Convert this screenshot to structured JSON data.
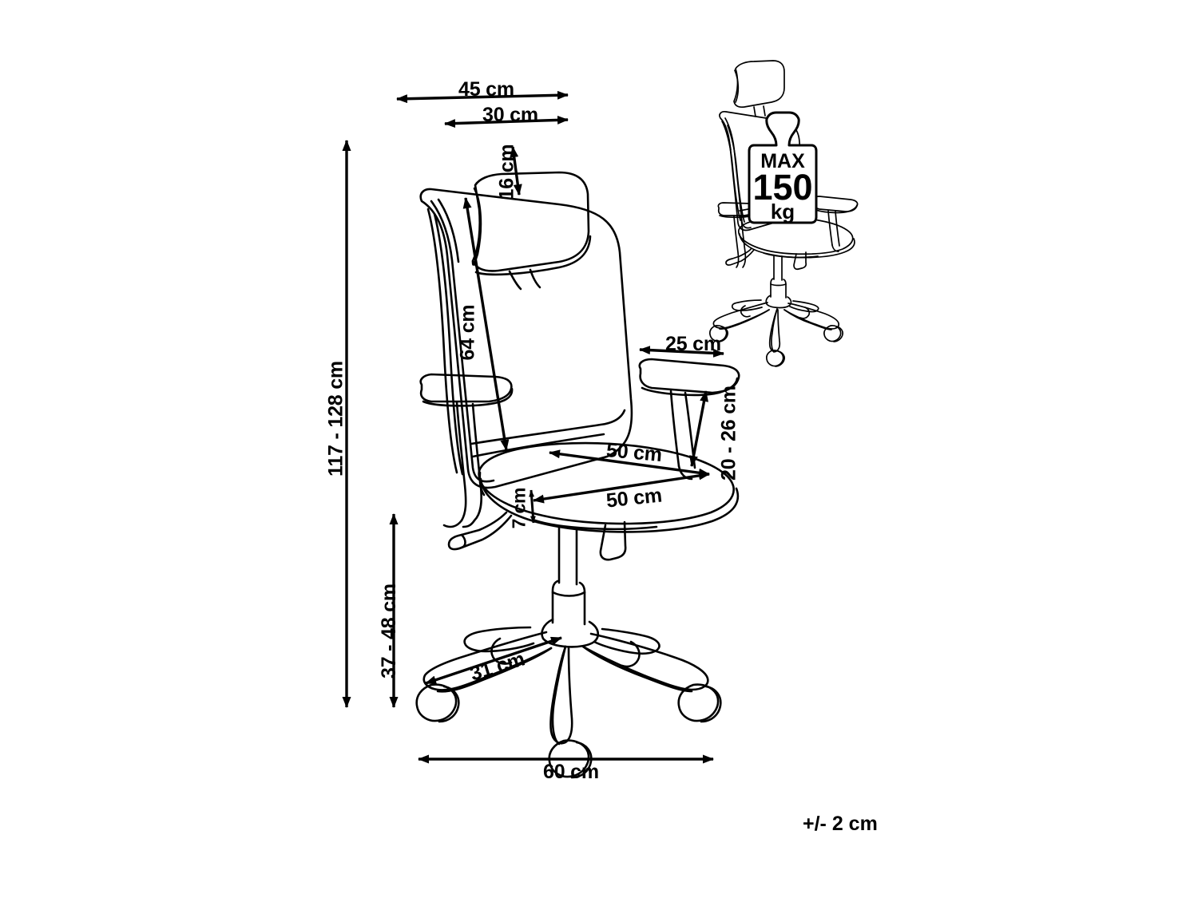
{
  "drawing": {
    "type": "technical-dimension-drawing",
    "subject": "office-chair",
    "units": "cm",
    "stroke_color": "#000000",
    "background_color": "#ffffff"
  },
  "dimensions": {
    "headrest_width_outer": "45 cm",
    "headrest_width_inner": "30 cm",
    "headrest_height": "16 cm",
    "backrest_height": "64 cm",
    "total_height": "117 - 128 cm",
    "seat_height": "37 - 48 cm",
    "armrest_length": "25 cm",
    "armrest_height_above_seat": "20 - 26 cm",
    "seat_depth": "50 cm",
    "seat_width": "50 cm",
    "seat_thickness": "7 cm",
    "base_radius": "31 cm",
    "overall_width": "60 cm"
  },
  "tolerance": {
    "note": "+/- 2 cm"
  },
  "capacity_badge": {
    "max_label": "MAX",
    "value": "150",
    "unit": "kg"
  }
}
